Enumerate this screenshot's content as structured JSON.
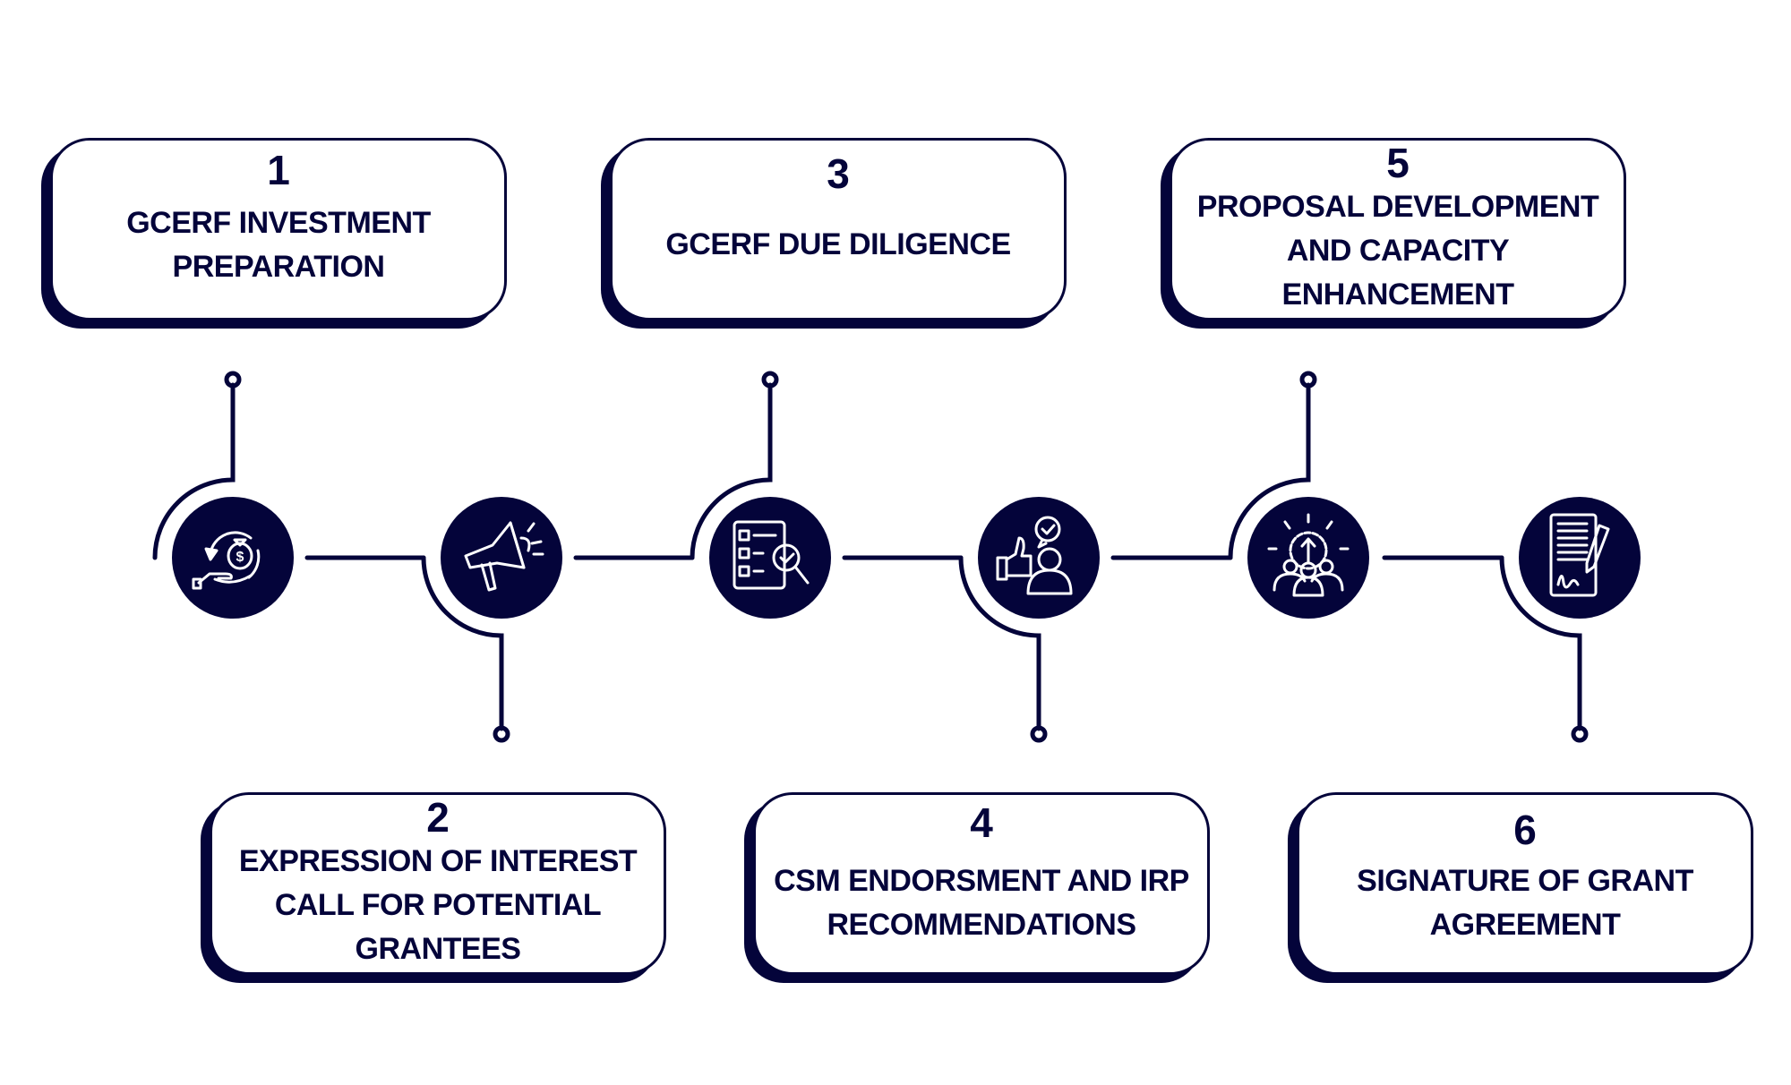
{
  "steps": [
    {
      "number": "1",
      "label": "GCERF INVESTMENT PREPARATION",
      "icon": "money-bag-hand-icon"
    },
    {
      "number": "2",
      "label": "EXPRESSION OF INTEREST CALL FOR POTENTIAL GRANTEES",
      "icon": "megaphone-icon"
    },
    {
      "number": "3",
      "label": "GCERF DUE DILIGENCE",
      "icon": "checklist-search-icon"
    },
    {
      "number": "4",
      "label": "CSM ENDORSMENT AND IRP RECOMMENDATIONS",
      "icon": "thumbs-up-person-icon"
    },
    {
      "number": "5",
      "label": "PROPOSAL DEVELOPMENT AND CAPACITY ENHANCEMENT",
      "icon": "team-gear-growth-icon"
    },
    {
      "number": "6",
      "label": "SIGNATURE OF GRANT AGREEMENT",
      "icon": "signed-document-icon"
    }
  ],
  "colors": {
    "primary": "#04043a",
    "background": "#ffffff"
  }
}
